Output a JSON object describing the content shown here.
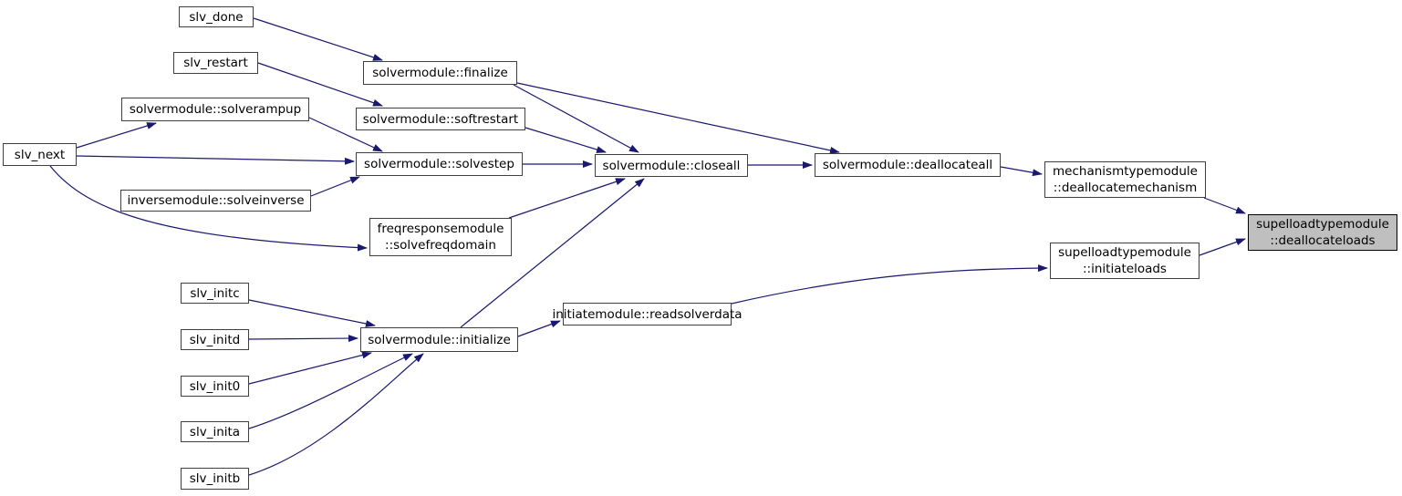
{
  "diagram": {
    "type": "call-graph",
    "highlighted_function": "supelloadtypemodule::deallocateloads",
    "colors": {
      "edge": "#191970",
      "node_border": "#404040",
      "node_fill": "#ffffff",
      "highlight_fill": "#bfbfbf",
      "text": "#000000",
      "background": "#ffffff"
    },
    "nodes": [
      {
        "id": "slv_done",
        "label": "slv_done"
      },
      {
        "id": "slv_restart",
        "label": "slv_restart"
      },
      {
        "id": "solverampup",
        "label": "solvermodule::solverampup"
      },
      {
        "id": "slv_next",
        "label": "slv_next"
      },
      {
        "id": "solveinverse",
        "label": "inversemodule::solveinverse"
      },
      {
        "id": "finalize",
        "label": "solvermodule::finalize"
      },
      {
        "id": "softrestart",
        "label": "solvermodule::softrestart"
      },
      {
        "id": "solvestep",
        "label": "solvermodule::solvestep"
      },
      {
        "id": "solvefreqdomain",
        "label": "freqresponsemodule\n::solvefreqdomain"
      },
      {
        "id": "closeall",
        "label": "solvermodule::closeall"
      },
      {
        "id": "deallocateall",
        "label": "solvermodule::deallocateall"
      },
      {
        "id": "deallocatemechanism",
        "label": "mechanismtypemodule\n::deallocatemechanism"
      },
      {
        "id": "deallocateloads",
        "label": "supelloadtypemodule\n::deallocateloads",
        "highlighted": true
      },
      {
        "id": "initiateloads",
        "label": "supelloadtypemodule\n::initiateloads"
      },
      {
        "id": "readsolverdata",
        "label": "initiatemodule::readsolverdata"
      },
      {
        "id": "initialize",
        "label": "solvermodule::initialize"
      },
      {
        "id": "slv_initc",
        "label": "slv_initc"
      },
      {
        "id": "slv_initd",
        "label": "slv_initd"
      },
      {
        "id": "slv_init0",
        "label": "slv_init0"
      },
      {
        "id": "slv_inita",
        "label": "slv_inita"
      },
      {
        "id": "slv_initb",
        "label": "slv_initb"
      }
    ],
    "edges": [
      {
        "from": "slv_done",
        "to": "finalize"
      },
      {
        "from": "slv_restart",
        "to": "softrestart"
      },
      {
        "from": "slv_next",
        "to": "solverampup"
      },
      {
        "from": "slv_next",
        "to": "solvestep"
      },
      {
        "from": "slv_next",
        "to": "solvefreqdomain"
      },
      {
        "from": "solverampup",
        "to": "solvestep"
      },
      {
        "from": "solveinverse",
        "to": "solvestep"
      },
      {
        "from": "solvestep",
        "to": "closeall"
      },
      {
        "from": "finalize",
        "to": "closeall"
      },
      {
        "from": "finalize",
        "to": "deallocateall"
      },
      {
        "from": "softrestart",
        "to": "closeall"
      },
      {
        "from": "solvefreqdomain",
        "to": "closeall"
      },
      {
        "from": "initialize",
        "to": "closeall"
      },
      {
        "from": "closeall",
        "to": "deallocateall"
      },
      {
        "from": "deallocateall",
        "to": "deallocatemechanism"
      },
      {
        "from": "deallocatemechanism",
        "to": "deallocateloads"
      },
      {
        "from": "initiateloads",
        "to": "deallocateloads"
      },
      {
        "from": "readsolverdata",
        "to": "initiateloads"
      },
      {
        "from": "initialize",
        "to": "readsolverdata"
      },
      {
        "from": "slv_initc",
        "to": "initialize"
      },
      {
        "from": "slv_initd",
        "to": "initialize"
      },
      {
        "from": "slv_init0",
        "to": "initialize"
      },
      {
        "from": "slv_inita",
        "to": "initialize"
      },
      {
        "from": "slv_initb",
        "to": "initialize"
      }
    ]
  }
}
